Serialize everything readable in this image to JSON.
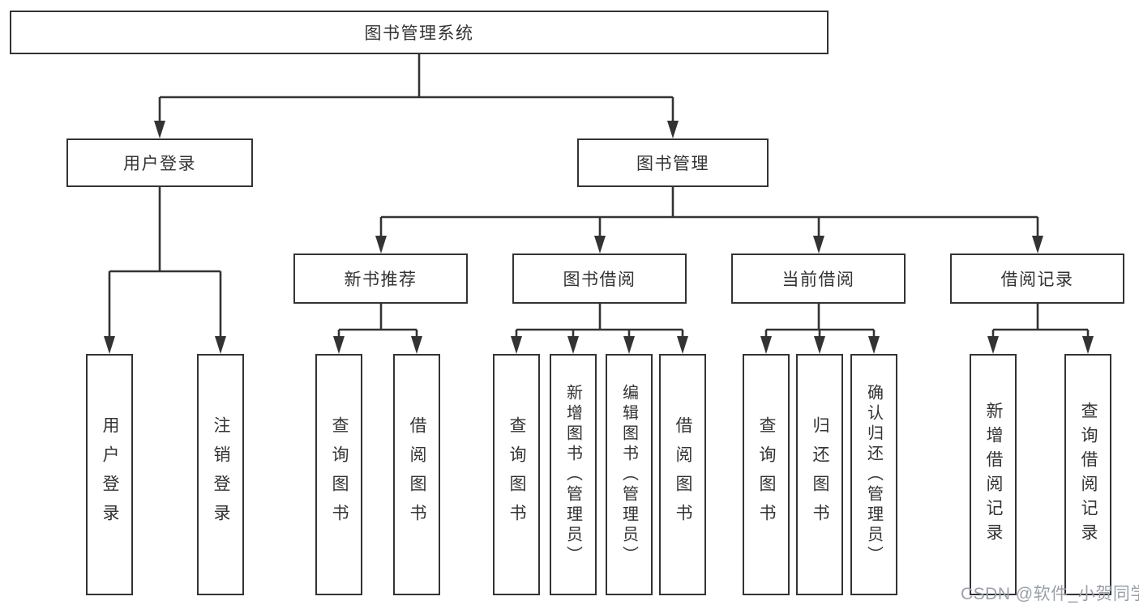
{
  "diagram_title": "图书管理系统",
  "tree": {
    "root": {
      "label": "图书管理系统"
    },
    "level2": [
      {
        "label": "用户登录",
        "parent": "图书管理系统"
      },
      {
        "label": "图书管理",
        "parent": "图书管理系统"
      }
    ],
    "level3": [
      {
        "label": "新书推荐",
        "parent": "图书管理"
      },
      {
        "label": "图书借阅",
        "parent": "图书管理"
      },
      {
        "label": "当前借阅",
        "parent": "图书管理"
      },
      {
        "label": "借阅记录",
        "parent": "图书管理"
      }
    ],
    "leaves": [
      {
        "label": "用户登录",
        "parent": "用户登录"
      },
      {
        "label": "注销登录",
        "parent": "用户登录"
      },
      {
        "label": "查询图书",
        "parent": "新书推荐"
      },
      {
        "label": "借阅图书",
        "parent": "新书推荐"
      },
      {
        "label": "查询图书",
        "parent": "图书借阅"
      },
      {
        "label": "新增图书（管理员）",
        "parent": "图书借阅"
      },
      {
        "label": "编辑图书（管理员）",
        "parent": "图书借阅"
      },
      {
        "label": "借阅图书",
        "parent": "图书借阅"
      },
      {
        "label": "查询图书",
        "parent": "当前借阅"
      },
      {
        "label": "归还图书",
        "parent": "当前借阅"
      },
      {
        "label": "确认归还（管理员）",
        "parent": "当前借阅"
      },
      {
        "label": "新增借阅记录",
        "parent": "借阅记录"
      },
      {
        "label": "查询借阅记录",
        "parent": "借阅记录"
      }
    ]
  },
  "watermark": {
    "text": "CSDN @软件_小贺同学"
  },
  "colors": {
    "line": "#333333",
    "text": "#333333",
    "box_bg": "#ffffff",
    "background": "#ffffff",
    "watermark": "#9aa0aa"
  }
}
